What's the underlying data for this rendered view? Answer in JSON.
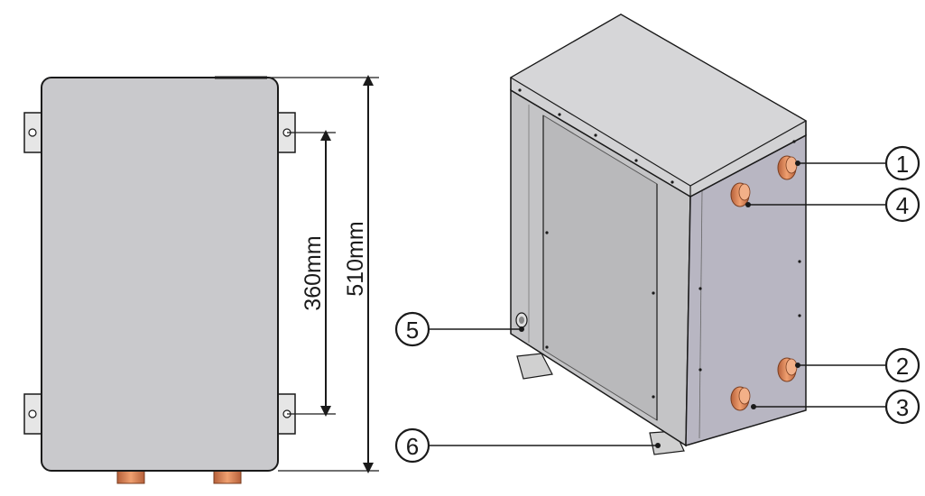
{
  "dimensions": {
    "bracket_spacing": "360mm",
    "overall_height": "510mm"
  },
  "callouts": [
    "1",
    "4",
    "5",
    "2",
    "3",
    "6"
  ],
  "colors": {
    "panel": "#c9c9cc",
    "panel_dark": "#b3b3b6",
    "side_face": "#b8b6c2",
    "top_face": "#d2d2d4",
    "copper": "#e08a5a",
    "outline": "#1a1a1a"
  }
}
